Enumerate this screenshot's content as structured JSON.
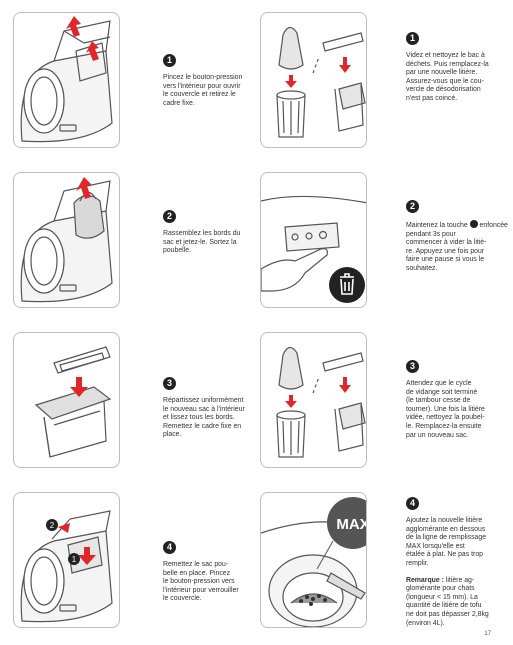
{
  "left": [
    {
      "num": "1",
      "text": "Pincez le bouton-pression\nvers l'intérieur pour ouvrir\nle couvercle et retirez le\ncadre fixe."
    },
    {
      "num": "2",
      "text": "Rassemblez les bords du\nsac et jetez-le. Sortez la\npoubelle."
    },
    {
      "num": "3",
      "text": "Répartissez uniformément\nle nouveau sac à l'intérieur\net lissez tous les bords.\nRemettez le cadre fixe en\nplace."
    },
    {
      "num": "4",
      "text": "Remettez le sac pou-\nbelle en place. Pincez\nle bouton-pression vers\nl'intérieur pour verrouiller\nle couvercle."
    }
  ],
  "right": [
    {
      "num": "1",
      "text": "Videz et nettoyez le bac à\ndéchets. Puis remplacez-la\npar une nouvelle litière.\nAssurez-vous que le cou-\nvercle de désodorisation\nn'est pas coincé."
    },
    {
      "num": "2",
      "text_before": "Maintenez la touche",
      "text_after": "enfoncée pendant 3s pour\ncommencer à vider la litiè-\nre. Appuyez une fois pour\nfaire une pause si vous le\nsouhaitez."
    },
    {
      "num": "3",
      "text": "Attendez que le cycle\nde vidange soit terminé\n(le tambour cesse de\ntourner). Une fois la litière\nvidée, nettoyez la poubel-\nle. Remplacez-la ensuite\npar un nouveau sac."
    },
    {
      "num": "4",
      "text": "Ajoutez la nouvelle litière\nagglomérante en dessous\nde la ligne de remplissage\nMAX lorsqu'elle est\nétalée à plat. Ne pas trop\nremplir.",
      "note_label": "Remarque :",
      "note_text": "litière ag-\nglomérante pour chats\n(longueur < 15 mm). La\nquantité de litière de tofu\nne doit pas dépasser 2,8kg\n(environ 4L)."
    }
  ],
  "illustration": {
    "max_label": "MAX",
    "badge_1": "1",
    "badge_2": "2"
  },
  "page_number": "17",
  "colors": {
    "arrow": "#e0262a",
    "dark": "#222222",
    "line": "#555555"
  }
}
